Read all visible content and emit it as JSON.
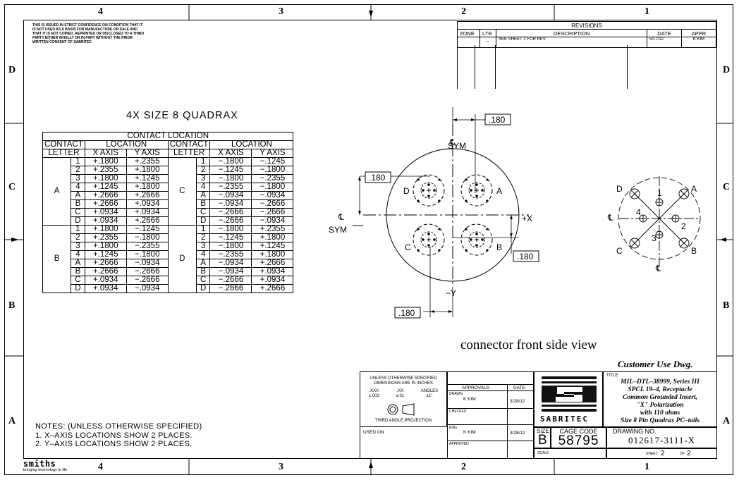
{
  "zones_top": [
    "4",
    "3",
    "2",
    "1"
  ],
  "zones_bottom": [
    "4",
    "3",
    "2",
    "1"
  ],
  "zones_left": [
    "D",
    "C",
    "B",
    "A"
  ],
  "zones_right": [
    "D",
    "C",
    "B",
    "A"
  ],
  "confidentiality": "THIS IS ISSUED IN STRICT CONFIDENCE ON CONDITION THAT IT IS NOT USED AS A BASIS FOR MANUFACTURE OR SALE AND THAT IT IS NOT COPIED, REPRINTED OR DISCLOSED TO A THIRD PARTY EITHER WHOLLY OR IN PART WITHOUT THE PRIOR WRITTEN CONSENT OF SABRITEC",
  "revisions": {
    "title": "REVISIONS",
    "headers": [
      "ZONE",
      "LTR",
      "DESCRIPTION",
      "DATE",
      "APPR"
    ],
    "row": [
      "",
      "–",
      "SEE SHEET 1 FOR REV",
      "5/17/12",
      "K  KIM"
    ]
  },
  "heading": "4X SIZE 8 QUADRAX",
  "contact_table": {
    "title": "CONTACT LOCATION",
    "h_contact": "CONTACT",
    "h_letter": "LETTER",
    "h_location": "LOCATION",
    "h_x": "X AXIS",
    "h_y": "Y AXIS",
    "left_groups": [
      {
        "letter": "A",
        "rows": [
          [
            "1",
            "+.1800",
            "+.2355"
          ],
          [
            "2",
            "+.2355",
            "+.1800"
          ],
          [
            "3",
            "+.1800",
            "+.1245"
          ],
          [
            "4",
            "+.1245",
            "+.1800"
          ],
          [
            "A",
            "+.2666",
            "+.2666"
          ],
          [
            "B",
            "+.2666",
            "+.0934"
          ],
          [
            "C",
            "+.0934",
            "+.0934"
          ],
          [
            "D",
            "+.0934",
            "+.2666"
          ]
        ]
      },
      {
        "letter": "B",
        "rows": [
          [
            "1",
            "+.1800",
            "−.1245"
          ],
          [
            "2",
            "+.2355",
            "−.1800"
          ],
          [
            "3",
            "+.1800",
            "−.2355"
          ],
          [
            "4",
            "+.1245",
            "−.1800"
          ],
          [
            "A",
            "+.2666",
            "−.0934"
          ],
          [
            "B",
            "+.2666",
            "−.2666"
          ],
          [
            "C",
            "+.0934",
            "−.2666"
          ],
          [
            "D",
            "+.0934",
            "−.0934"
          ]
        ]
      }
    ],
    "right_groups": [
      {
        "letter": "C",
        "rows": [
          [
            "1",
            "−.1800",
            "−.1245"
          ],
          [
            "2",
            "−.1245",
            "−.1800"
          ],
          [
            "3",
            "−.1800",
            "−.2355"
          ],
          [
            "4",
            "−.2355",
            "−.1800"
          ],
          [
            "A",
            "−.0934",
            "−.0934"
          ],
          [
            "B",
            "−.0934",
            "−.2666"
          ],
          [
            "C",
            "−.2666",
            "−.2666"
          ],
          [
            "D",
            "−.2666",
            "−.0934"
          ]
        ]
      },
      {
        "letter": "D",
        "rows": [
          [
            "1",
            "−.1800",
            "+.2355"
          ],
          [
            "2",
            "−.1245",
            "+.1800"
          ],
          [
            "3",
            "−.1800",
            "+.1245"
          ],
          [
            "4",
            "−.2355",
            "+.1800"
          ],
          [
            "A",
            "−.0934",
            "+.2666"
          ],
          [
            "B",
            "−.0934",
            "+.0934"
          ],
          [
            "C",
            "−.2666",
            "+.0934"
          ],
          [
            "D",
            "−.2666",
            "+.2666"
          ]
        ]
      }
    ]
  },
  "view": {
    "dim": ".180",
    "cl_sym_top": "SYM",
    "cl_sym_left": "SYM",
    "plus_x": "+X",
    "minus_y": "−Y",
    "quad_labels": [
      "D",
      "A",
      "C",
      "B"
    ],
    "caption": "connector  front side view"
  },
  "pin_detail": {
    "letters": [
      "D",
      "A",
      "C",
      "B"
    ],
    "numbers": [
      "1",
      "2",
      "3",
      "4"
    ]
  },
  "customer_use": "Customer  Use  Dwg.",
  "tolerances": {
    "line1": "UNLESS OTHERWISE SPECIFIED",
    "line2": "DIMENSIONS ARE IN INCHES",
    "t1": ".XXX",
    "t1v": "±.003",
    "t2": ".XX",
    "t2v": "±.01",
    "t3": "ANGLES",
    "t3v": "±1°",
    "projection": "THIRD ANGLE PROJECTION",
    "used_on": "USED ON"
  },
  "approvals": {
    "header": "APPROVALS",
    "date_header": "DATE",
    "drawn_label": "DRAWN",
    "drawn_name": "K  KIM",
    "drawn_date": "3/28/12",
    "checked_label": "CHECKED",
    "eng_label": "ENG",
    "eng_name": "K  KIM",
    "eng_date": "3/28/12",
    "approved_label": "APPROVED"
  },
  "logo_text": "SABRITEC",
  "title_block": {
    "title_label": "TITLE",
    "title_lines": [
      "MIL–DTL–38999,  Series  III",
      "SPCL  19–4,  Receptacle",
      "Common  Grounded  Insert,",
      "\"X\"  Polarization",
      "with  110  ohms",
      "Size  8  Pin  Quadrax  PC–tails"
    ],
    "size_label": "SIZE",
    "size": "B",
    "cage_label": "CAGE CODE",
    "cage": "58795",
    "dwg_label": "DRAWING NO.",
    "dwg": "012617-3111-X",
    "scale_label": "SCALE",
    "sheet_label": "SHEET",
    "sheet": "2",
    "of_label": "OF",
    "of": "2"
  },
  "notes": {
    "title": "NOTES: (UNLESS OTHERWISE SPECIFIED)",
    "n1": "1. X–AXIS LOCATIONS SHOW 2 PLACES.",
    "n2": "2. Y–AXIS LOCATIONS SHOW 2 PLACES."
  },
  "smiths": {
    "name": "smiths",
    "tagline": "bringing technology to life"
  }
}
